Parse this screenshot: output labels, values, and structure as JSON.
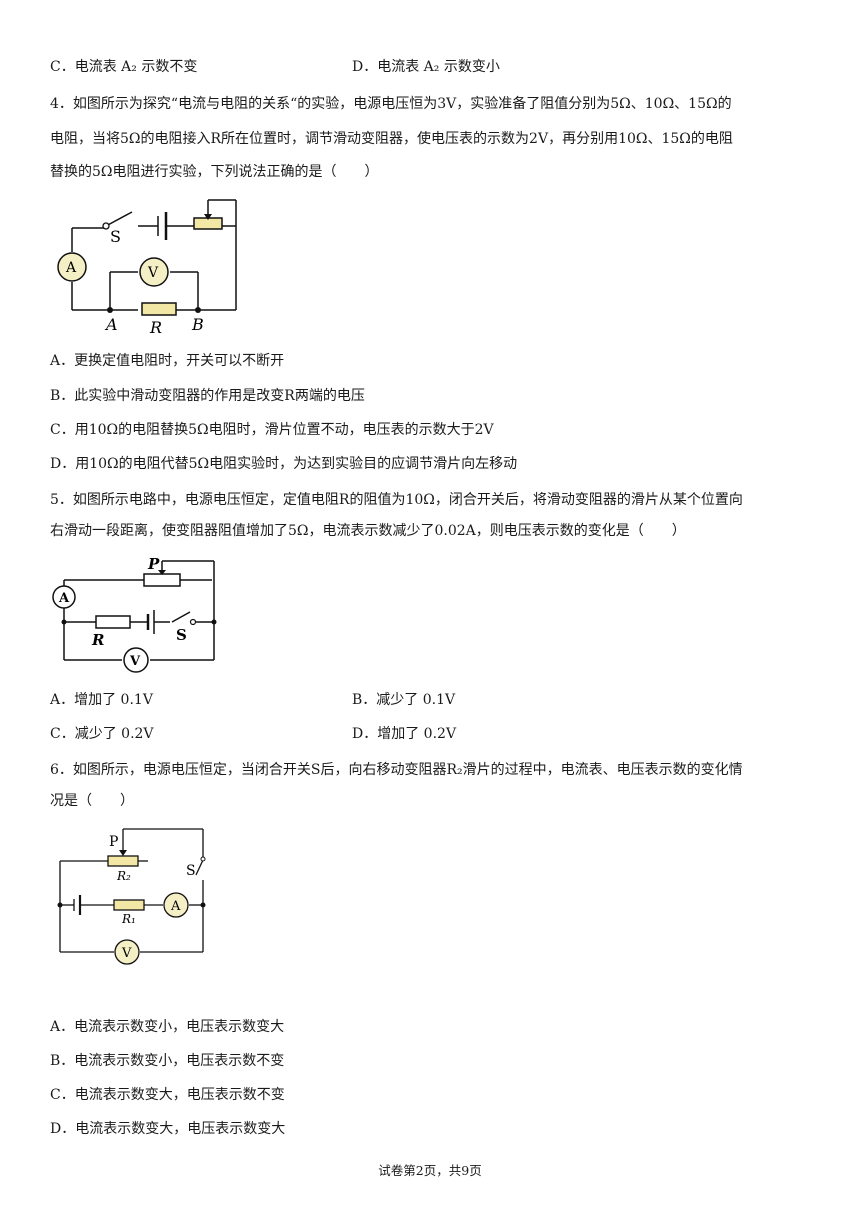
{
  "q3": {
    "option_c": "C．电流表 A₂ 示数不变",
    "option_d": "D．电流表 A₂ 示数变小"
  },
  "q4": {
    "lines": [
      "4．如图所示为探究“电流与电阻的关系“的实验，电源电压恒为3V，实验准备了阻值分别为5Ω、10Ω、15Ω的",
      "电阻，当将5Ω的电阻接入R所在位置时，调节滑动变阻器，使电压表的示数为2V，再分别用10Ω、15Ω的电阻",
      "替换的5Ω电阻进行实验，下列说法正确的是（　　）"
    ],
    "diagram_labels": {
      "switch": "S",
      "ammeter": "A",
      "voltmeter": "V",
      "point_a": "A",
      "resistor": "R",
      "point_b": "B"
    },
    "options": [
      "A．更换定值电阻时，开关可以不断开",
      "B．此实验中滑动变阻器的作用是改变R两端的电压",
      "C．用10Ω的电阻替换5Ω电阻时，滑片位置不动，电压表的示数大于2V",
      "D．用10Ω的电阻代替5Ω电阻实验时，为达到实验目的应调节滑片向左移动"
    ]
  },
  "q5": {
    "lines": [
      "5．如图所示电路中，电源电压恒定，定值电阻R的阻值为10Ω，闭合开关后，将滑动变阻器的滑片从某个位置向",
      "右滑动一段距离，使变阻器阻值增加了5Ω，电流表示数减少了0.02A，则电压表示数的变化是（　　）"
    ],
    "diagram_labels": {
      "slider": "P",
      "ammeter": "A",
      "resistor": "R",
      "switch": "S",
      "voltmeter": "V"
    },
    "options": [
      "A．增加了 0.1V",
      "B．减少了 0.1V",
      "C．减少了 0.2V",
      "D．增加了 0.2V"
    ]
  },
  "q6": {
    "lines": [
      "6．如图所示，电源电压恒定，当闭合开关S后，向右移动变阻器R₂滑片的过程中，电流表、电压表示数的变化情",
      "况是（　　）"
    ],
    "diagram_labels": {
      "slider": "P",
      "r2": "R₂",
      "switch": "S",
      "r1": "R₁",
      "ammeter": "A",
      "voltmeter": "V"
    },
    "options": [
      "A．电流表示数变小，电压表示数变大",
      "B．电流表示数变小，电压表示数不变",
      "C．电流表示数变大，电压表示数不变",
      "D．电流表示数变大，电压表示数变大"
    ]
  },
  "footer": "试卷第2页，共9页",
  "colors": {
    "meter_fill": "#f5efc6",
    "resistor_fill": "#f3e7a6",
    "wire": "#111111"
  }
}
